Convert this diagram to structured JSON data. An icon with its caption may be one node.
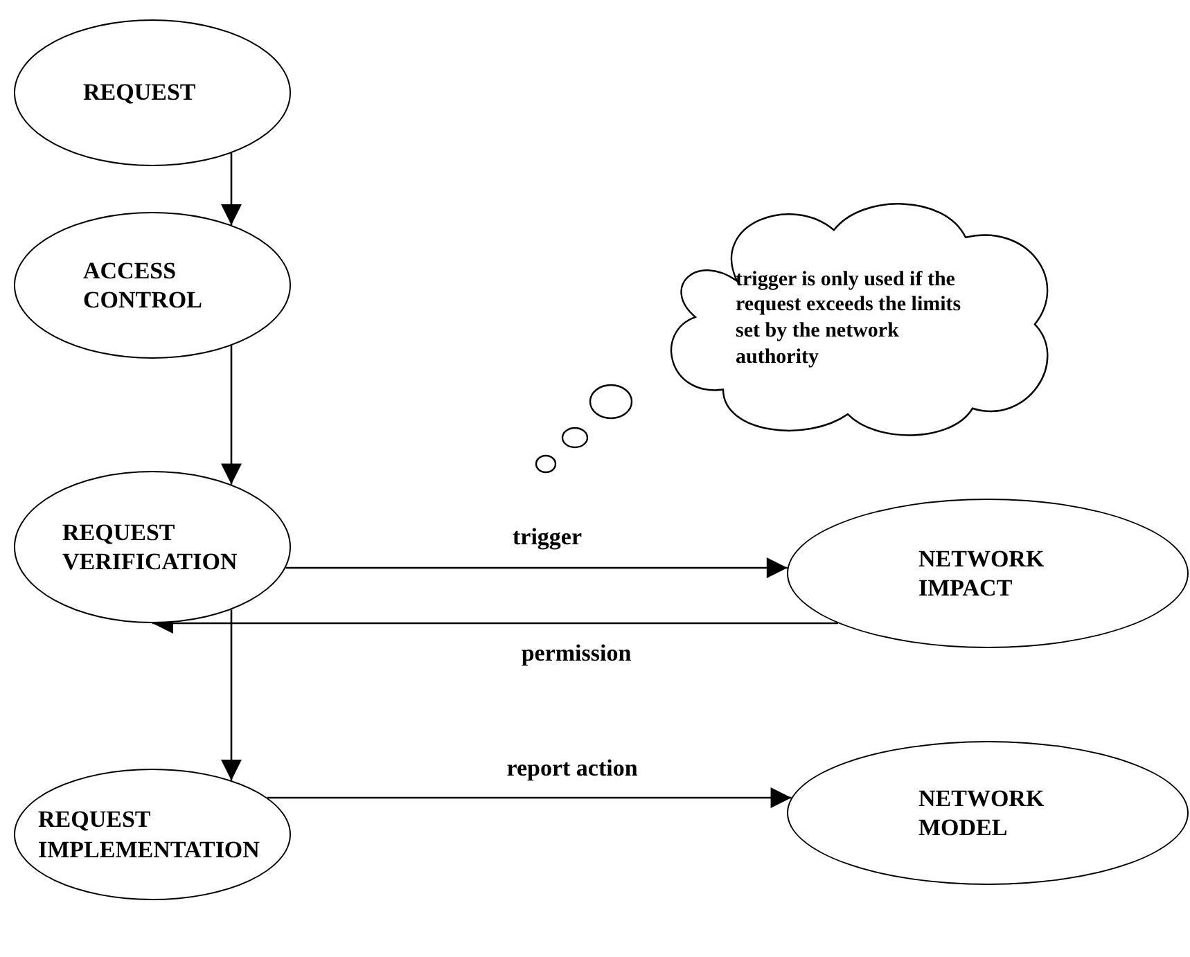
{
  "diagram": {
    "nodes": [
      {
        "text": [
          "REQUEST"
        ]
      },
      {
        "text": [
          "ACCESS CONTROL"
        ]
      },
      {
        "text": [
          "REQUEST VERIFICATION"
        ]
      },
      {
        "text": [
          "REQUEST IMPLEMENTATION"
        ]
      },
      {
        "text": [
          "NETWORK IMPACT"
        ]
      },
      {
        "text": [
          "NETWORK MODEL"
        ]
      },
      {
        "text": [
          "trigger is only used if the request exceeds the limits set by the network authority"
        ]
      }
    ],
    "edges": [
      {
        "from": 0,
        "to": 1,
        "arrow": "to"
      },
      {
        "from": 1,
        "to": 2,
        "arrow": "to"
      },
      {
        "from": 2,
        "to": 3,
        "arrow": "to"
      },
      {
        "from": 2,
        "to": 4,
        "arrow": "to",
        "label": "trigger"
      },
      {
        "from": 4,
        "to": 2,
        "arrow": "to",
        "label": "permission"
      },
      {
        "from": 3,
        "to": 5,
        "arrow": "to",
        "label": "report action"
      }
    ]
  }
}
